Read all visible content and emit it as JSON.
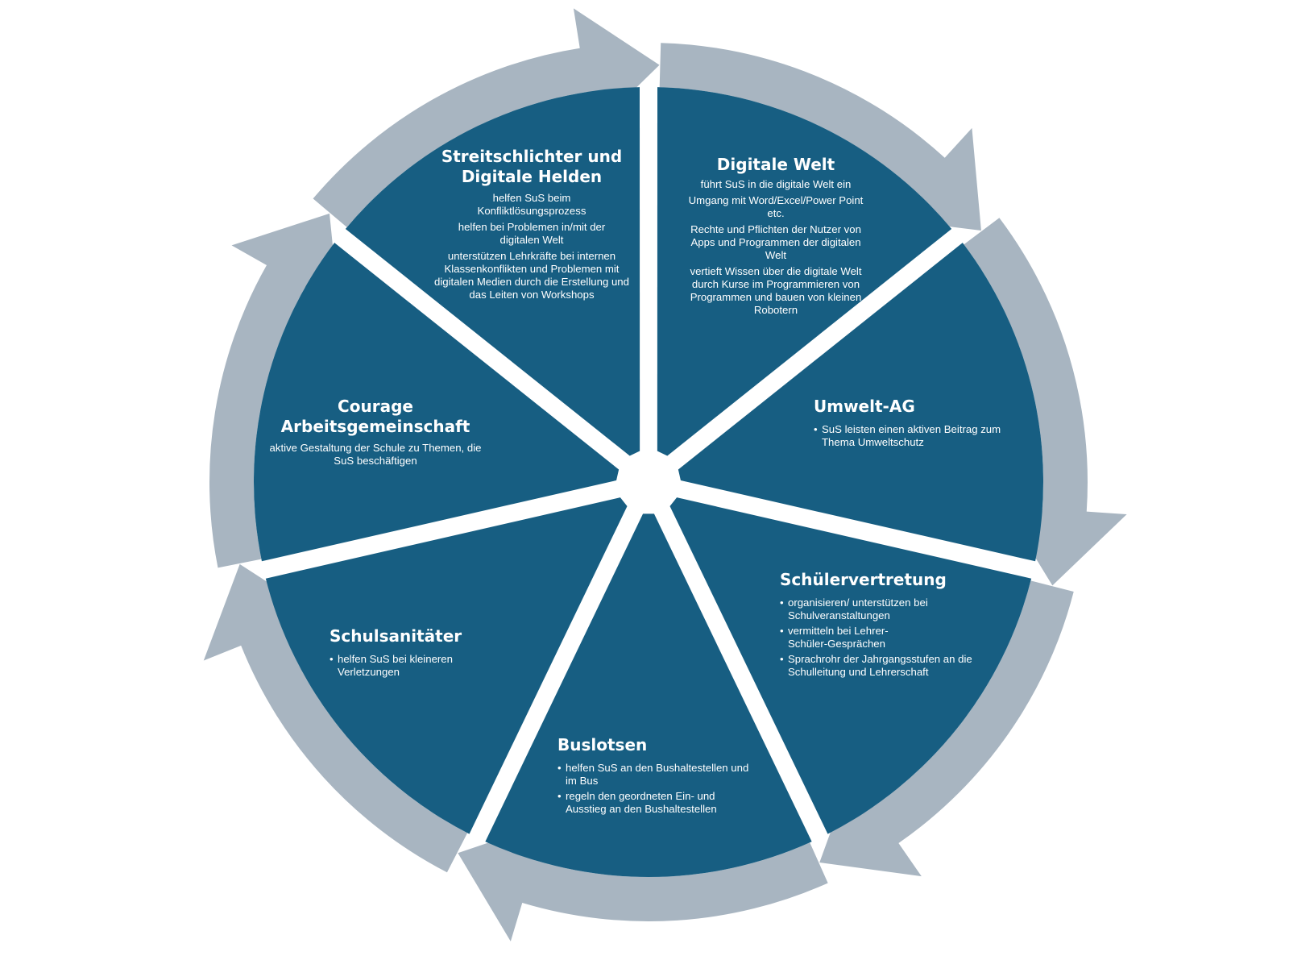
{
  "colors": {
    "segment_fill": "#175E82",
    "arrow_fill": "#A8B5C1",
    "background": "#FFFFFF",
    "text": "#FFFFFF"
  },
  "segments": [
    {
      "id": "streitschlichter",
      "title": "Streitschlichter und Digitale Helden",
      "style": "centered",
      "lines": [
        "helfen SuS beim Konfliktlösungsprozess",
        "helfen bei Problemen in/mit der digitalen Welt",
        "unterstützen Lehrkräfte bei internen Klassenkonflikten und Problemen mit digitalen Medien durch die Erstellung und das Leiten von Workshops"
      ]
    },
    {
      "id": "digitale-welt",
      "title": "Digitale Welt",
      "style": "centered",
      "lines": [
        "führt SuS in die digitale Welt ein",
        "Umgang mit Word/Excel/Power Point etc.",
        "Rechte und Pflichten der Nutzer von Apps und Programmen der digitalen Welt",
        "vertieft Wissen über die digitale Welt durch Kurse im Programmieren von Programmen und bauen von kleinen Robotern"
      ]
    },
    {
      "id": "umwelt-ag",
      "title": "Umwelt-AG",
      "style": "bullets",
      "lines": [
        "SuS leisten einen aktiven Beitrag zum Thema Umweltschutz"
      ]
    },
    {
      "id": "schuelervertretung",
      "title": "Schülervertretung",
      "style": "bullets",
      "lines": [
        "organisieren/ unterstützen bei Schulveranstaltungen",
        "vermitteln bei Lehrer-Schüler-Gesprächen",
        "Sprachrohr der Jahrgangsstufen an die Schulleitung und Lehrerschaft"
      ]
    },
    {
      "id": "buslotsen",
      "title": "Buslotsen",
      "style": "bullets",
      "lines": [
        "helfen SuS an den Bushaltestellen und im Bus",
        "regeln den geordneten Ein- und Ausstieg an den Bushaltestellen"
      ]
    },
    {
      "id": "schulsanitaeter",
      "title": "Schulsanitäter",
      "style": "bullets",
      "lines": [
        "helfen SuS bei kleineren Verletzungen"
      ]
    },
    {
      "id": "courage-ag",
      "title": "Courage Arbeitsgemeinschaft",
      "style": "centered",
      "lines": [
        "aktive Gestaltung der Schule zu Themen, die SuS beschäftigen"
      ]
    }
  ],
  "flow_arrows": {
    "count": 7,
    "direction": "clockwise"
  }
}
